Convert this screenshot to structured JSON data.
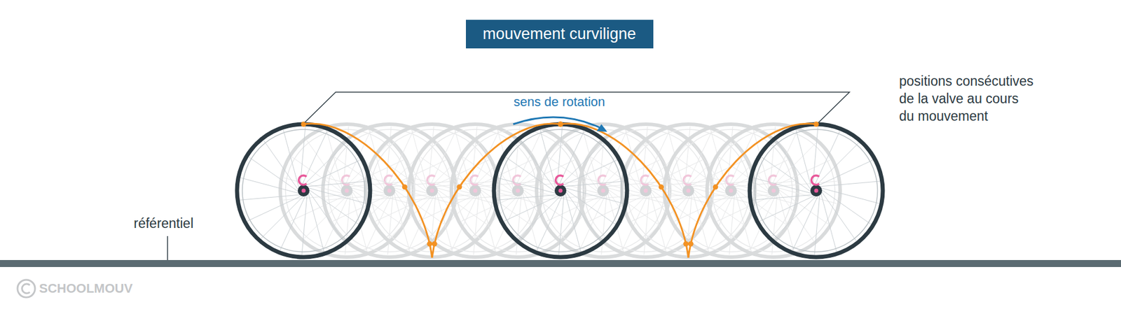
{
  "diagram": {
    "nodes": [
      {
        "text": [
          "mouvement curviligne"
        ]
      }
    ],
    "labels": [
      "positions consécutives de la valve au cours du mouvement",
      "sens de rotation",
      "référentiel",
      "SCHOOLMOUV"
    ]
  }
}
